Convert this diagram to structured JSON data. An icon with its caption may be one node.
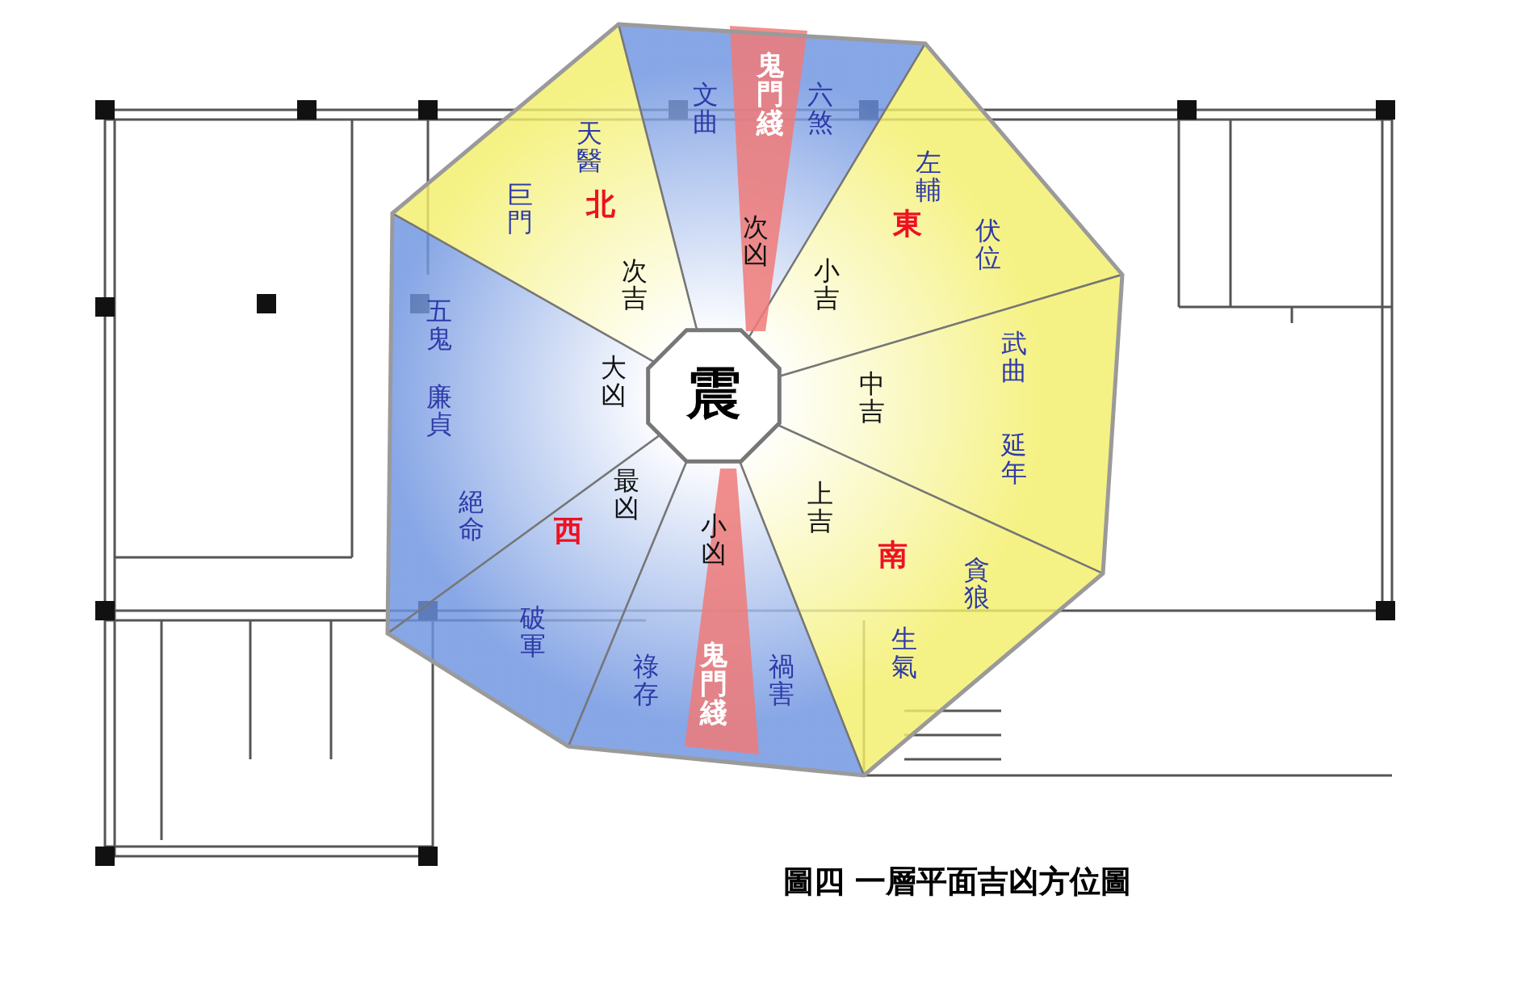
{
  "diagram": {
    "caption": "圖四 一層平面吉凶方位圖",
    "nodes": [
      {
        "text": [
          "震"
        ]
      }
    ],
    "edges": [],
    "labels": [
      "鬼門綫",
      "文曲",
      "六煞",
      "天醫",
      "左輔",
      "巨門",
      "北",
      "伏位",
      "東",
      "次凶",
      "次吉",
      "小吉",
      "五鬼",
      "武曲",
      "大凶",
      "中吉",
      "廉貞",
      "延年",
      "上吉",
      "最凶",
      "西",
      "絕命",
      "南",
      "小凶",
      "貪狼",
      "生氣",
      "破軍",
      "祿存",
      "鬼門綫",
      "禍害"
    ]
  }
}
